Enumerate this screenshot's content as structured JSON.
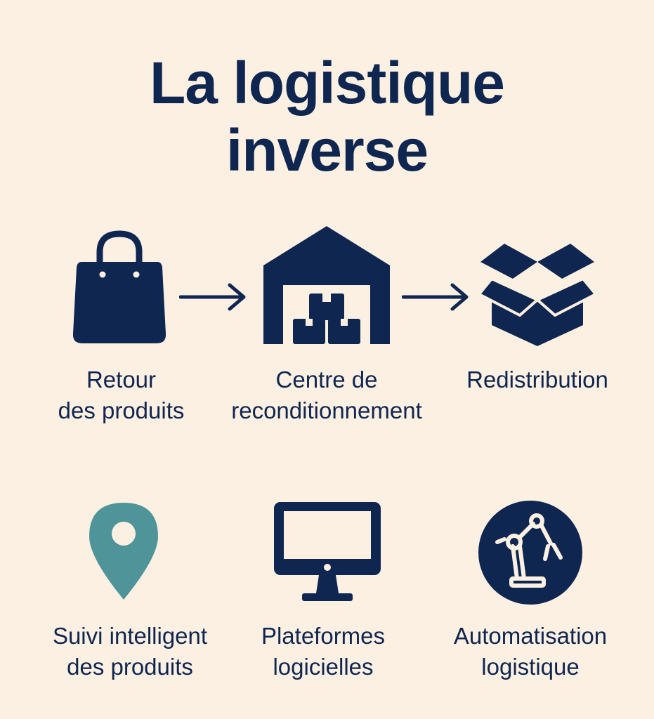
{
  "title": {
    "line1": "La logistique",
    "line2": "inverse"
  },
  "colors": {
    "navy": "#0f2650",
    "teal": "#4f9499",
    "background": "#fcf0e3"
  },
  "flow": [
    {
      "icon": "shopping-bag-icon",
      "line1": "Retour",
      "line2": "des produits"
    },
    {
      "icon": "warehouse-icon",
      "line1": "Centre de",
      "line2": "reconditionnement"
    },
    {
      "icon": "open-box-icon",
      "line1": "Redistribution",
      "line2": ""
    }
  ],
  "features": [
    {
      "icon": "location-pin-icon",
      "line1": "Suivi intelligent",
      "line2": "des produits"
    },
    {
      "icon": "computer-monitor-icon",
      "line1": "Plateformes",
      "line2": "logicielles"
    },
    {
      "icon": "robot-arm-icon",
      "line1": "Automatisation",
      "line2": "logistique"
    }
  ]
}
